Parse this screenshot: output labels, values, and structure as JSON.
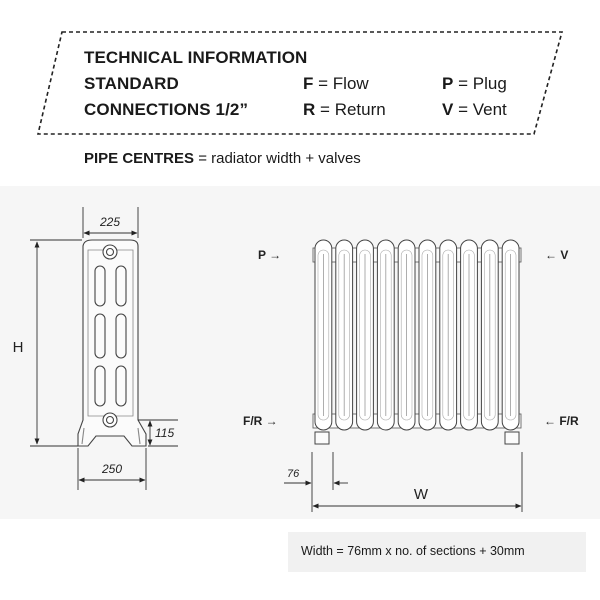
{
  "info_box": {
    "title": "TECHNICAL INFORMATION",
    "standard": "STANDARD",
    "connections": "CONNECTIONS 1/2”",
    "legend": [
      {
        "code": "F",
        "eq": "=",
        "text": "Flow"
      },
      {
        "code": "R",
        "eq": "=",
        "text": "Return"
      },
      {
        "code": "P",
        "eq": "=",
        "text": "Plug"
      },
      {
        "code": "V",
        "eq": "=",
        "text": "Vent"
      }
    ]
  },
  "pipe_centres": {
    "label": "PIPE CENTRES",
    "formula": "= radiator width + valves"
  },
  "side_view": {
    "top_width": "225",
    "base_width": "250",
    "height_label": "H",
    "foot_height": "115"
  },
  "front_view": {
    "port_p": "P →",
    "port_v": "← V",
    "port_fr_left": "F/R →",
    "port_fr_right": "← F/R",
    "section_width": "76",
    "width_label": "W",
    "section_count": 10
  },
  "formula_box": {
    "text": "Width = 76mm x no. of sections + 30mm"
  },
  "colors": {
    "ink": "#1a1a1a",
    "diagram_bg": "#f6f6f6",
    "formula_bg": "#f1f1f1",
    "line": "#555555"
  }
}
